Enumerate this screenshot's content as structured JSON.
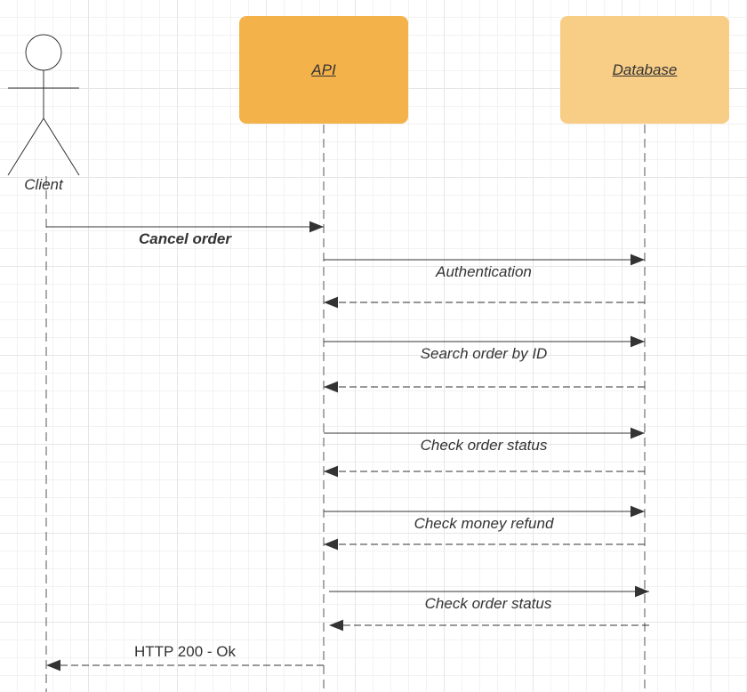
{
  "participants": {
    "client": {
      "label": "Client"
    },
    "api": {
      "label": "API",
      "color": "#f4b24b"
    },
    "database": {
      "label": "Database",
      "color": "#f8cd86"
    }
  },
  "messages": [
    {
      "text": "Cancel order",
      "from": "client",
      "to": "api",
      "type": "sync"
    },
    {
      "text": "Authentication",
      "from": "api",
      "to": "database",
      "type": "sync"
    },
    {
      "text": "",
      "from": "database",
      "to": "api",
      "type": "return"
    },
    {
      "text": "Search order by ID",
      "from": "api",
      "to": "database",
      "type": "sync"
    },
    {
      "text": "",
      "from": "database",
      "to": "api",
      "type": "return"
    },
    {
      "text": "Check order status",
      "from": "api",
      "to": "database",
      "type": "sync"
    },
    {
      "text": "",
      "from": "database",
      "to": "api",
      "type": "return"
    },
    {
      "text": "Check money refund",
      "from": "api",
      "to": "database",
      "type": "sync"
    },
    {
      "text": "",
      "from": "database",
      "to": "api",
      "type": "return"
    },
    {
      "text": "Check order status",
      "from": "api",
      "to": "database",
      "type": "sync"
    },
    {
      "text": "",
      "from": "database",
      "to": "api",
      "type": "return"
    },
    {
      "text": "HTTP 200 - Ok",
      "from": "api",
      "to": "client",
      "type": "return"
    }
  ]
}
